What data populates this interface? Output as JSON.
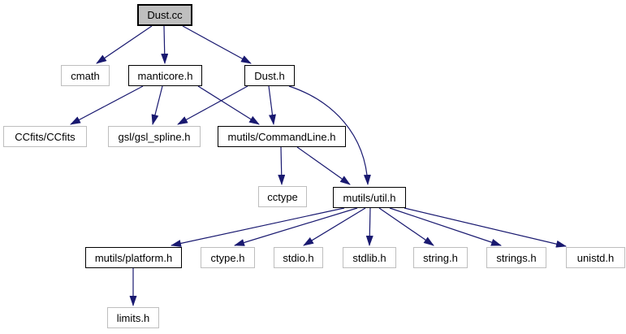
{
  "graph": {
    "type": "include-dependency-graph",
    "colors": {
      "edge": "#191970",
      "root_fill": "#bfbfbf",
      "documented_border": "#000000",
      "external_border": "#bebebe",
      "background": "#ffffff",
      "text": "#000000"
    },
    "nodes": [
      {
        "id": "dust-cc",
        "label": "Dust.cc",
        "style": "root"
      },
      {
        "id": "cmath",
        "label": "cmath",
        "style": "external"
      },
      {
        "id": "manticore",
        "label": "manticore.h",
        "style": "documented"
      },
      {
        "id": "dust-h",
        "label": "Dust.h",
        "style": "documented"
      },
      {
        "id": "ccfits",
        "label": "CCfits/CCfits",
        "style": "external"
      },
      {
        "id": "gsl",
        "label": "gsl/gsl_spline.h",
        "style": "external"
      },
      {
        "id": "cmdline",
        "label": "mutils/CommandLine.h",
        "style": "documented"
      },
      {
        "id": "cctype",
        "label": "cctype",
        "style": "external"
      },
      {
        "id": "util",
        "label": "mutils/util.h",
        "style": "documented"
      },
      {
        "id": "platform",
        "label": "mutils/platform.h",
        "style": "documented"
      },
      {
        "id": "ctype-h",
        "label": "ctype.h",
        "style": "external"
      },
      {
        "id": "stdio-h",
        "label": "stdio.h",
        "style": "external"
      },
      {
        "id": "stdlib-h",
        "label": "stdlib.h",
        "style": "external"
      },
      {
        "id": "string-h",
        "label": "string.h",
        "style": "external"
      },
      {
        "id": "strings-h",
        "label": "strings.h",
        "style": "external"
      },
      {
        "id": "unistd-h",
        "label": "unistd.h",
        "style": "external"
      },
      {
        "id": "limits-h",
        "label": "limits.h",
        "style": "external"
      }
    ],
    "edges": [
      {
        "from": "Dust.cc",
        "to": "cmath"
      },
      {
        "from": "Dust.cc",
        "to": "manticore.h"
      },
      {
        "from": "Dust.cc",
        "to": "Dust.h"
      },
      {
        "from": "manticore.h",
        "to": "CCfits/CCfits"
      },
      {
        "from": "manticore.h",
        "to": "gsl/gsl_spline.h"
      },
      {
        "from": "manticore.h",
        "to": "mutils/CommandLine.h"
      },
      {
        "from": "Dust.h",
        "to": "gsl/gsl_spline.h"
      },
      {
        "from": "Dust.h",
        "to": "mutils/CommandLine.h"
      },
      {
        "from": "Dust.h",
        "to": "mutils/util.h"
      },
      {
        "from": "mutils/CommandLine.h",
        "to": "cctype"
      },
      {
        "from": "mutils/CommandLine.h",
        "to": "mutils/util.h"
      },
      {
        "from": "mutils/util.h",
        "to": "mutils/platform.h"
      },
      {
        "from": "mutils/util.h",
        "to": "ctype.h"
      },
      {
        "from": "mutils/util.h",
        "to": "stdio.h"
      },
      {
        "from": "mutils/util.h",
        "to": "stdlib.h"
      },
      {
        "from": "mutils/util.h",
        "to": "string.h"
      },
      {
        "from": "mutils/util.h",
        "to": "strings.h"
      },
      {
        "from": "mutils/util.h",
        "to": "unistd.h"
      },
      {
        "from": "mutils/platform.h",
        "to": "limits.h"
      }
    ]
  }
}
